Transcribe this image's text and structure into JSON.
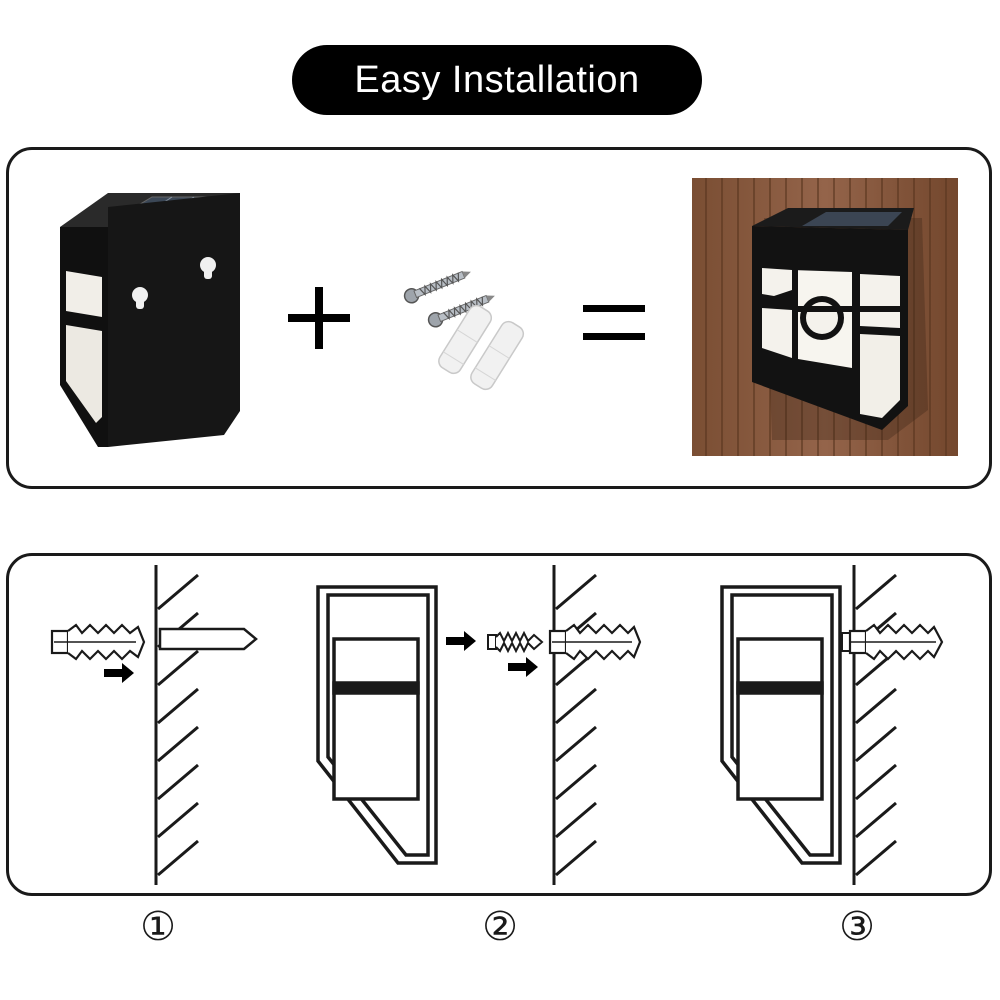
{
  "header": {
    "title": "Easy Installation"
  },
  "equation": {
    "plus_symbol": "+",
    "equals_symbol": "="
  },
  "steps": [
    {
      "label": "①"
    },
    {
      "label": "②"
    },
    {
      "label": "③"
    }
  ],
  "colors": {
    "lamp_body": "#151515",
    "lamp_glow": "#f4f2ec",
    "wood": "#8a5a3c",
    "line": "#1a1a1a"
  }
}
